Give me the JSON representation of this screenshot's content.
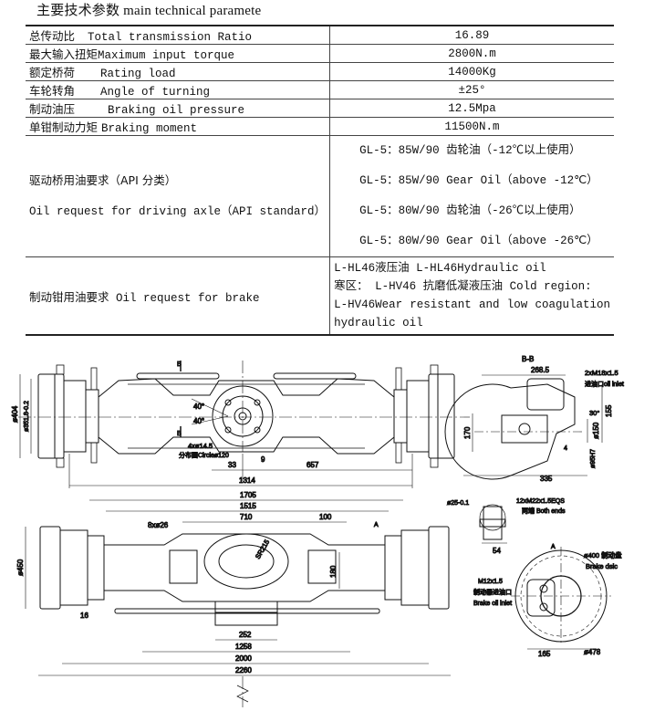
{
  "title": "主要技术参数 main technical paramete",
  "specs": [
    {
      "zh": "总传动比",
      "en": "Total transmission Ratio",
      "value": "16.89"
    },
    {
      "zh": "最大输入扭矩",
      "en": "Maximum input torque",
      "value": "2800N.m"
    },
    {
      "zh": "额定桥荷",
      "en": "Rating load",
      "value": "14000Kg"
    },
    {
      "zh": "车轮转角",
      "en": "Angle of turning",
      "value": "±25°"
    },
    {
      "zh": "制动油压",
      "en": "Braking oil pressure",
      "value": "12.5Mpa"
    },
    {
      "zh": "单钳制动力矩",
      "en": "Braking moment",
      "value": "11500N.m"
    }
  ],
  "oil_axle": {
    "label_zh": "驱动桥用油要求（API 分类）",
    "label_en": "Oil request for driving axle（API standard）",
    "lines": [
      "GL-5：85W/90 齿轮油（-12℃以上使用）",
      "GL-5：85W/90 Gear Oil（above -12℃）",
      "GL-5：80W/90 齿轮油（-26℃以上使用）",
      "GL-5：80W/90 Gear Oil（above -26℃）"
    ]
  },
  "oil_brake": {
    "label": "制动钳用油要求 Oil request for brake",
    "lines": [
      "L-HL46液压油  L-HL46Hydraulic oil",
      "寒区： L-HV46 抗磨低凝液压油   Cold region:",
      "L-HV46Wear  resistant  and  low  coagulation",
      "hydraulic oil"
    ]
  },
  "drawing": {
    "top_view": {
      "dim_404": "ø404",
      "dim_351": "ø351.8-0.2",
      "angle_a": "40°",
      "angle_b": "40°",
      "section_mark_top": "B",
      "section_mark_bottom": "B",
      "bolt_circle": "4xø14.5",
      "bolt_circle_2": "分布圆Circleø120",
      "dim_33": "33",
      "dim_9": "9",
      "dim_657": "657",
      "dim_1314": "1314"
    },
    "front_view": {
      "dim_1705": "1705",
      "dim_1515": "1515",
      "dim_710": "710",
      "dim_100": "100",
      "holes": "8xø26",
      "radius": "SR215",
      "dim_180": "180",
      "dim_450": "ø450",
      "dim_16": "16",
      "dim_252": "252",
      "dim_1258": "1258",
      "dim_2000": "2000",
      "dim_2260": "2260",
      "view_a": "A"
    },
    "section_b": {
      "title": "B-B",
      "dim_268": "268.5",
      "thread": "2xM18x1.5",
      "oil_inlet": "进油口oil inlet",
      "angle": "30°",
      "dim_155": "155",
      "dim_150": "ø150",
      "dim_170": "170",
      "dim_4": "4",
      "dim_95": "ø95H7",
      "dim_335": "335"
    },
    "stud": {
      "dim_25": "ø25-0.1",
      "thread": "12xM22x1.5EQS",
      "ends": "两端 Both ends",
      "dim_54": "54"
    },
    "view_a": {
      "title": "A",
      "disc": "ø400 制动盘",
      "disc_en": "Brake dsic",
      "inlet_thread": "M12x1.5",
      "inlet_zh": "制动器进油口",
      "inlet_en": "Brake oil inlet",
      "dim_165": "165",
      "dim_478": "ø478"
    }
  }
}
